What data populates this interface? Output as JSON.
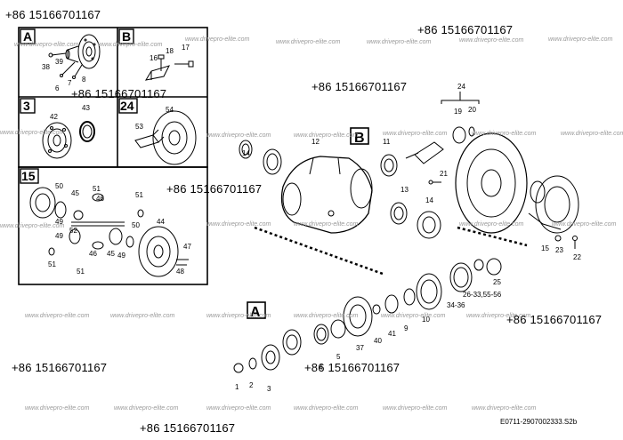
{
  "phone": "+86 15166701167",
  "watermark": "www.drivepro-elite.com",
  "drawing_code": "E0711-2907002333.S2b",
  "panel_labels": [
    "A",
    "B",
    "3",
    "24",
    "15"
  ],
  "main_callouts": [
    "B",
    "A"
  ],
  "part_numbers": {
    "panel_A": [
      "38",
      "39",
      "6",
      "7",
      "8"
    ],
    "panel_B": [
      "16",
      "18",
      "17"
    ],
    "panel_3": [
      "42",
      "43"
    ],
    "panel_24": [
      "53",
      "54"
    ],
    "panel_15": [
      "50",
      "45",
      "51",
      "46",
      "51",
      "49",
      "52",
      "50",
      "44",
      "49",
      "46",
      "45",
      "51",
      "47",
      "51",
      "49",
      "48"
    ],
    "main": [
      "14",
      "12",
      "11",
      "24",
      "19",
      "20",
      "21",
      "13",
      "14",
      "15",
      "23",
      "22",
      "25",
      "26-33,55-56",
      "34-36",
      "10",
      "9",
      "41",
      "40",
      "37",
      "5",
      "4",
      "1",
      "2",
      "3"
    ]
  }
}
